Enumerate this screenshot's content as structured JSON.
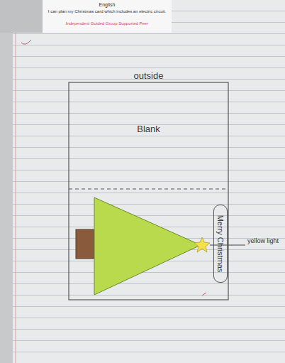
{
  "diagram": {
    "nodes": [
      {
        "text": [
          "outside",
          "Blank"
        ]
      },
      {
        "text": [
          "Merry Christmas"
        ]
      }
    ],
    "labels": [
      "English",
      "I can plan my Christmas card which includes an electric circuit.",
      "Independent Guided Group Supported Peer",
      "yellow light"
    ]
  }
}
